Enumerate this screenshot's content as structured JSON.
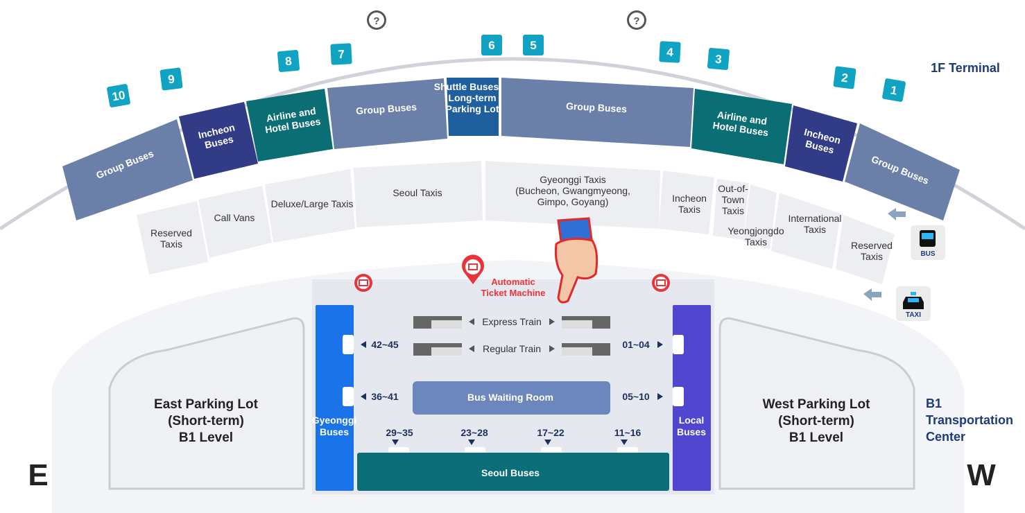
{
  "colors": {
    "badge": "#11a3c4",
    "group": "#6a80a8",
    "incheon": "#323c86",
    "airline": "#0b6e75",
    "shuttle": "#1f5f9e",
    "gyeonggi": "#1a73e8",
    "local": "#5046d0",
    "seoul": "#0b6e78",
    "waiting": "#6b87bd",
    "ticket": "#e8343b"
  },
  "help_icons": [
    "help-icon",
    "help-icon"
  ],
  "gates": [
    "10",
    "9",
    "8",
    "7",
    "6",
    "5",
    "4",
    "3",
    "2",
    "1"
  ],
  "floor_label": "1F Terminal",
  "bus_bays": [
    {
      "lines": [
        "Group Buses"
      ]
    },
    {
      "lines": [
        "Incheon",
        "Buses"
      ]
    },
    {
      "lines": [
        "Airline and",
        "Hotel Buses"
      ]
    },
    {
      "lines": [
        "Group Buses"
      ]
    },
    {
      "lines": [
        "Shuttle Buses to",
        "Long-term",
        "Parking Lot"
      ]
    },
    {
      "lines": [
        "Group Buses"
      ]
    },
    {
      "lines": [
        "Airline and",
        "Hotel Buses"
      ]
    },
    {
      "lines": [
        "Incheon",
        "Buses"
      ]
    },
    {
      "lines": [
        "Group Buses"
      ]
    }
  ],
  "taxi_bays": [
    {
      "lines": [
        "Reserved",
        "Taxis"
      ]
    },
    {
      "lines": [
        "Call Vans"
      ]
    },
    {
      "lines": [
        "Deluxe/Large Taxis"
      ]
    },
    {
      "lines": [
        "Seoul Taxis"
      ]
    },
    {
      "lines": [
        "Gyeonggi Taxis",
        "(Bucheon, Gwangmyeong,",
        "Gimpo, Goyang)"
      ]
    },
    {
      "lines": [
        "Incheon",
        "Taxis"
      ]
    },
    {
      "lines": [
        "Out-of-",
        "Town",
        "Taxis"
      ]
    },
    {
      "lines": [
        "Yeongjongdo",
        "Taxis"
      ]
    },
    {
      "lines": [
        "International",
        "Taxis"
      ]
    },
    {
      "lines": [
        "Reserved",
        "Taxis"
      ]
    }
  ],
  "legend": {
    "bus": "BUS",
    "taxi": "TAXI"
  },
  "ticket_machine": [
    "Automatic",
    "Ticket Machine"
  ],
  "trains": {
    "express": "Express Train",
    "regular": "Regular Train"
  },
  "b1": {
    "title": [
      "B1",
      "Transportation",
      "Center"
    ],
    "gyeonggi": [
      "Gyeonggi",
      "Buses"
    ],
    "local": [
      "Local",
      "Buses"
    ],
    "waiting_room": "Bus Waiting Room",
    "seoul": "Seoul Buses",
    "left_ranges": [
      "42~45",
      "36~41"
    ],
    "right_ranges": [
      "01~04",
      "05~10"
    ],
    "bottom_ranges": [
      "29~35",
      "23~28",
      "17~22",
      "11~16"
    ]
  },
  "east_lot": [
    "East Parking Lot",
    "(Short-term)",
    "B1 Level"
  ],
  "west_lot": [
    "West Parking Lot",
    "(Short-term)",
    "B1 Level"
  ],
  "compass": {
    "east": "E",
    "west": "W"
  }
}
